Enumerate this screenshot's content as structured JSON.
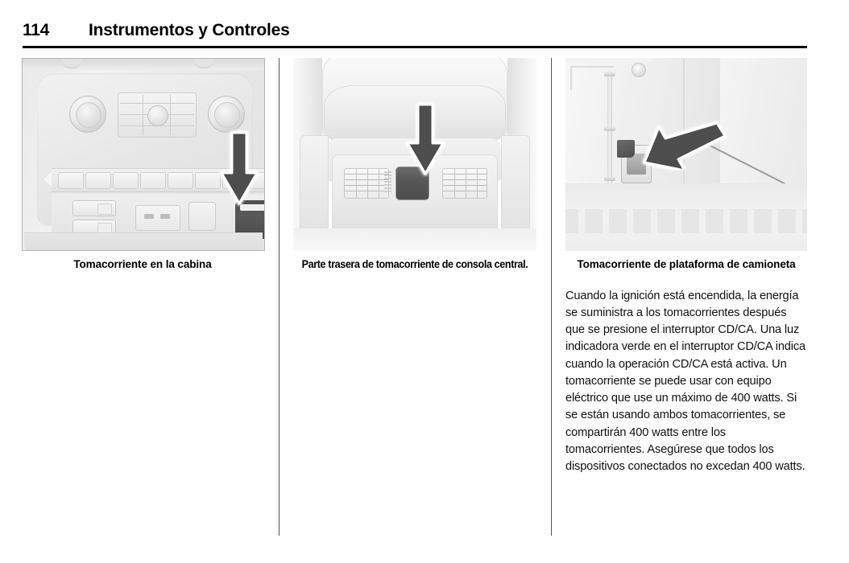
{
  "header": {
    "page_number": "114",
    "title": "Instrumentos y Controles"
  },
  "columns": [
    {
      "figure_name": "cabin-power-outlet-photo",
      "figure_alt": "Tomacorriente en la cabina en el tablero central",
      "caption": "Tomacorriente en la cabina"
    },
    {
      "figure_name": "center-console-rear-outlet-photo",
      "figure_alt": "Parte trasera de la consola central con tomacorriente",
      "caption": "Parte trasera de tomacorriente de consola central."
    },
    {
      "figure_name": "truck-bed-power-outlet-photo",
      "figure_alt": "Tomacorriente de plataforma de camioneta en la pared de la caja",
      "caption": "Tomacorriente de plataforma de camioneta"
    }
  ],
  "body": {
    "paragraph": "Cuando la ignición está encendida, la energía se suministra a los tomacorrientes después que se presione el interruptor CD/CA. Una luz indicadora verde en el interruptor CD/CA indica cuando la operación CD/CA está activa. Un tomacorriente se puede usar con equipo eléctrico que use un máximo de 400 watts. Si se están usando ambos tomacorrientes, se compartirán 400 watts entre los tomacorrientes. Asegúrese que todos los dispositivos conectados no excedan 400 watts."
  },
  "annotations": {
    "arrow_1": "arrow-down-icon",
    "arrow_2": "arrow-down-icon",
    "arrow_3": "arrow-diagonal-down-left-icon",
    "arrow_color": "#4d4d4d",
    "arrow_outline_color": "#ffffff"
  },
  "colors": {
    "page_background": "#ffffff",
    "text": "#000000",
    "rule": "#000000",
    "divider": "#555555",
    "figure_border": "#b5b5b5"
  }
}
